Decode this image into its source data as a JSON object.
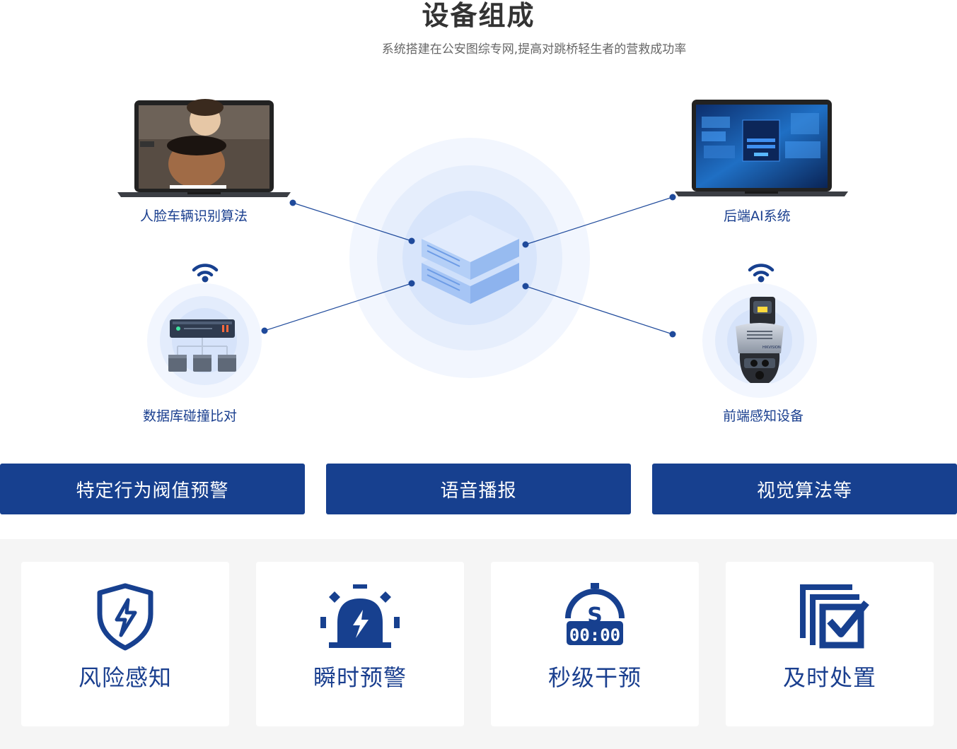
{
  "header": {
    "title": "设备组成",
    "subtitle": "系统搭建在公安图综专网,提高对跳桥轻生者的营救成功率"
  },
  "diagram": {
    "nodes": {
      "face_recognition": "人脸车辆识别算法",
      "backend_ai": "后端AI系统",
      "database_compare": "数据库碰撞比对",
      "frontend_device": "前端感知设备"
    }
  },
  "actions": {
    "threshold_alarm": "特定行为阀值预警",
    "voice_broadcast": "语音播报",
    "visual_algorithm": "视觉算法等"
  },
  "features": [
    {
      "label": "风险感知",
      "icon": "shield-lightning-icon"
    },
    {
      "label": "瞬时预警",
      "icon": "alarm-light-icon"
    },
    {
      "label": "秒级干预",
      "icon": "stopwatch-icon"
    },
    {
      "label": "及时处置",
      "icon": "checklist-icon"
    }
  ],
  "colors": {
    "brand": "#17408f",
    "label_text": "#1a3f8f",
    "feature_bg": "#f5f5f5"
  }
}
